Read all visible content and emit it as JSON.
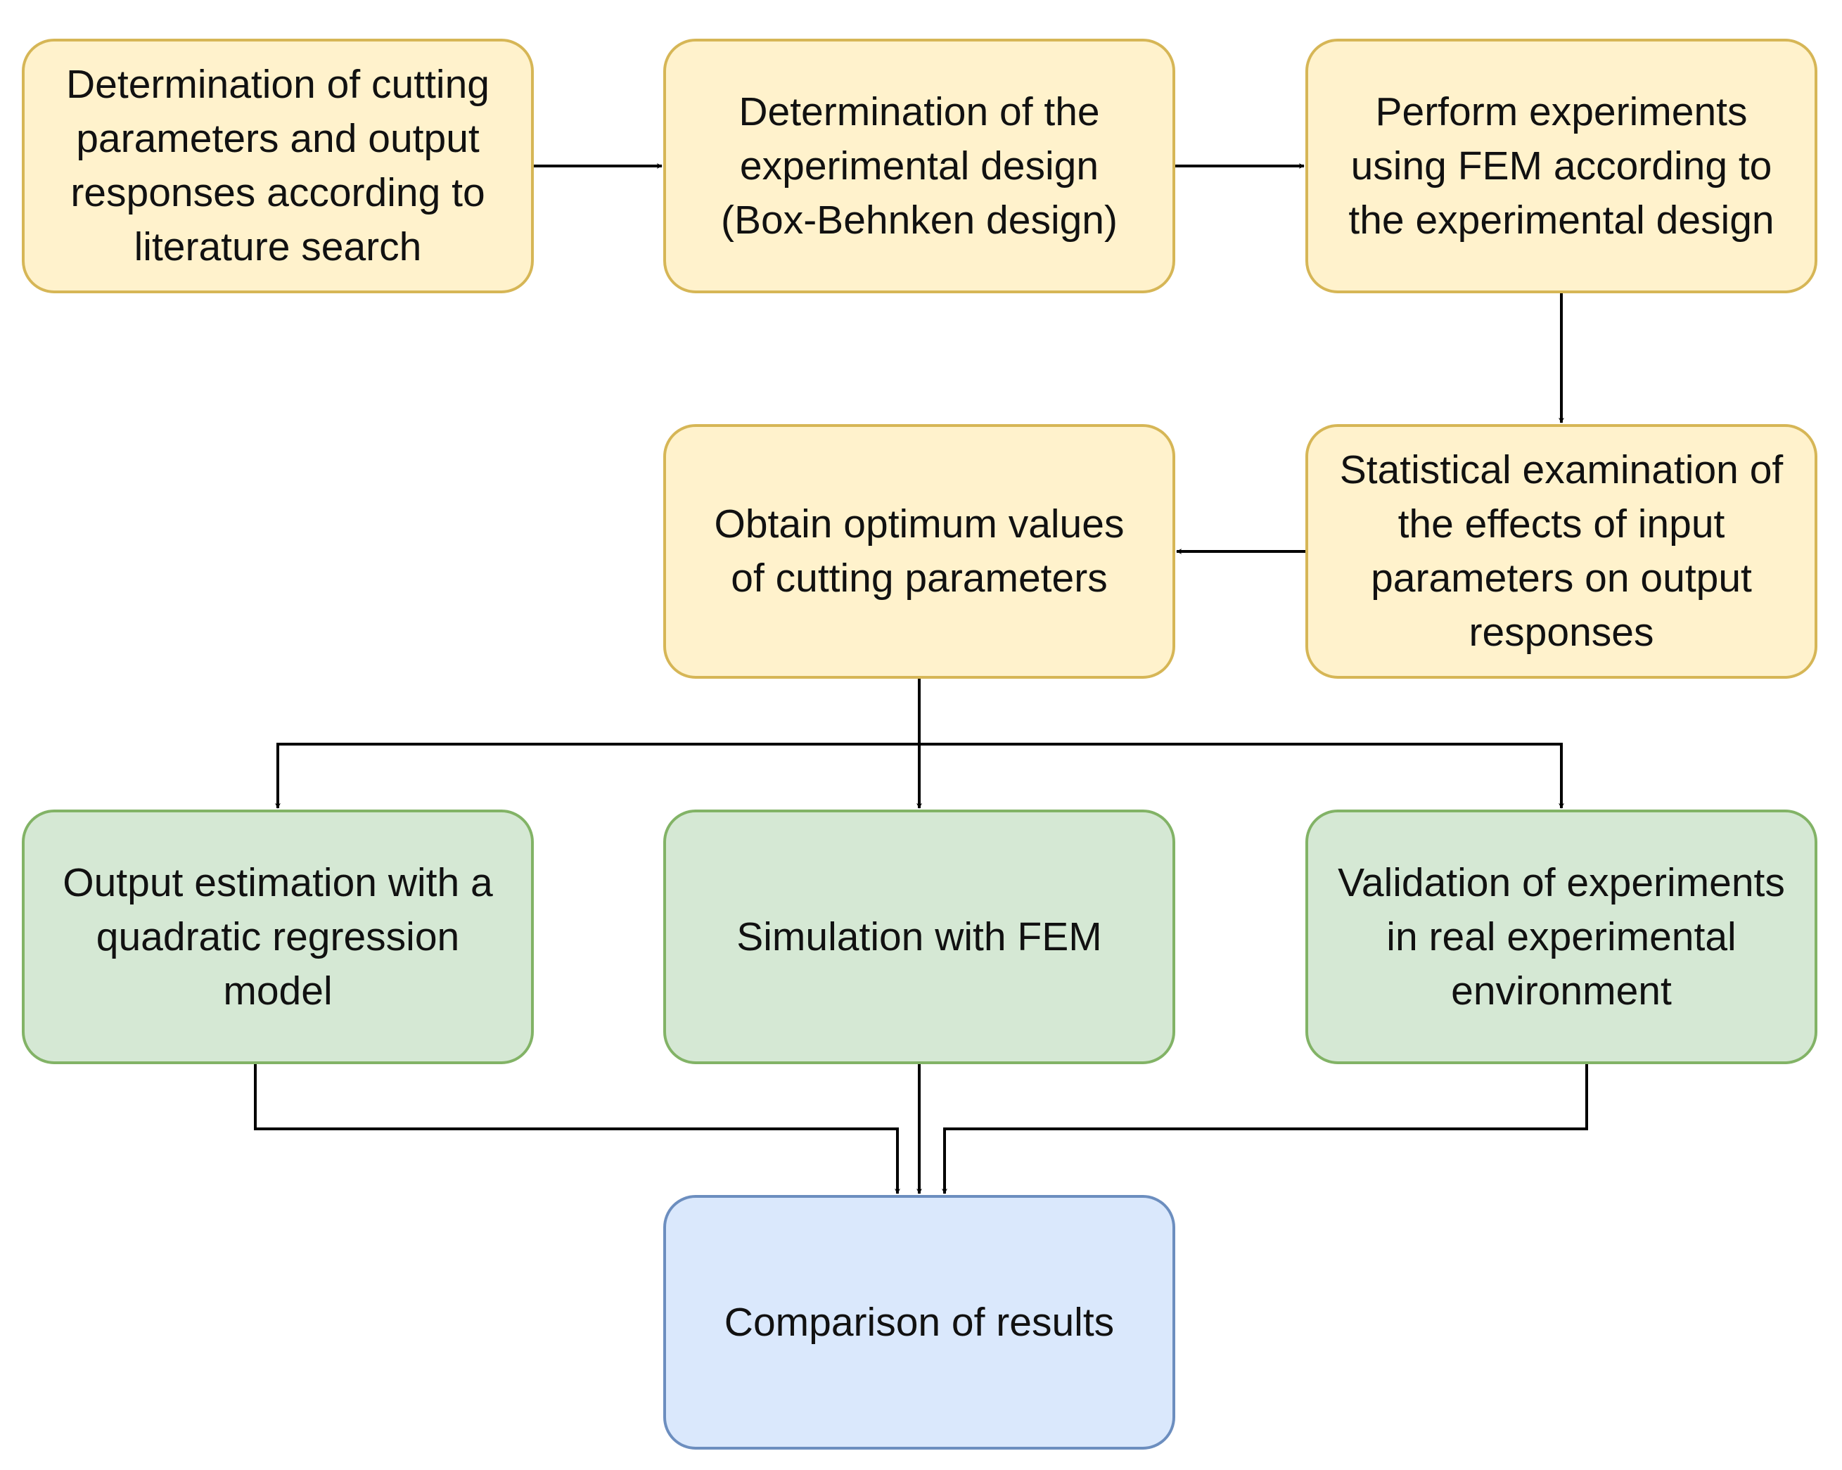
{
  "colors": {
    "process_fill": "#fff2cc",
    "process_stroke": "#d6b656",
    "output_fill": "#d5e8d4",
    "output_stroke": "#82b366",
    "result_fill": "#dae8fc",
    "result_stroke": "#6c8ebf",
    "connector": "#000000"
  },
  "nodes": {
    "n1": {
      "text": "Determination of cutting\nparameters and output\nresponses according to\nliterature search"
    },
    "n2": {
      "text": "Determination of the\nexperimental design\n(Box-Behnken design)"
    },
    "n3": {
      "text": "Perform experiments\nusing FEM according to\nthe experimental design"
    },
    "n4": {
      "text": "Statistical examination of\nthe effects of input\nparameters on output\nresponses"
    },
    "n5": {
      "text": "Obtain optimum values\nof cutting parameters"
    },
    "n6": {
      "text": "Output estimation with a\nquadratic regression\nmodel"
    },
    "n7": {
      "text": "Simulation with FEM"
    },
    "n8": {
      "text": "Validation of experiments\nin real experimental\nenvironment"
    },
    "n9": {
      "text": "Comparison of results"
    }
  },
  "edges": [
    {
      "from": "n1",
      "to": "n2"
    },
    {
      "from": "n2",
      "to": "n3"
    },
    {
      "from": "n3",
      "to": "n4"
    },
    {
      "from": "n4",
      "to": "n5"
    },
    {
      "from": "n5",
      "to": "n6"
    },
    {
      "from": "n5",
      "to": "n7"
    },
    {
      "from": "n5",
      "to": "n8"
    },
    {
      "from": "n6",
      "to": "n9"
    },
    {
      "from": "n7",
      "to": "n9"
    },
    {
      "from": "n8",
      "to": "n9"
    }
  ]
}
